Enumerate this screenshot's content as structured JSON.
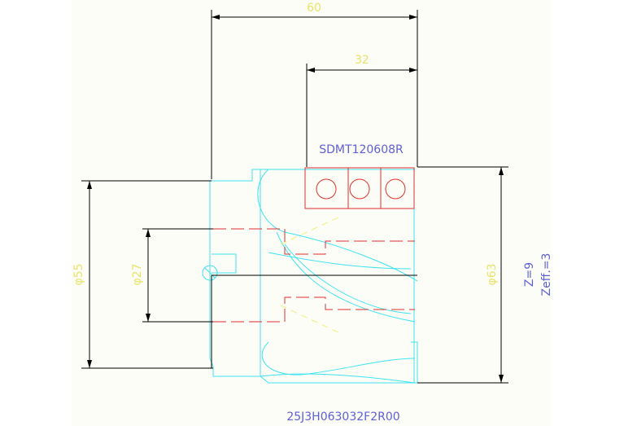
{
  "dimensions": {
    "overall_length": "60",
    "insert_length": "32",
    "diameter_large": "φ63",
    "diameter_shank": "φ55",
    "diameter_bore": "φ27"
  },
  "insert_code": "SDMT120608R",
  "teeth": {
    "z": "Z=9",
    "z_eff": "Zeff.=3"
  },
  "part_number": "25J3H063032F2R00",
  "colors": {
    "dimension_text": "#e8e46a",
    "annotation_text": "#5d5fd6",
    "tool_body": "#3fe3f2",
    "insert": "#e03030",
    "dimension_line": "#000000"
  }
}
